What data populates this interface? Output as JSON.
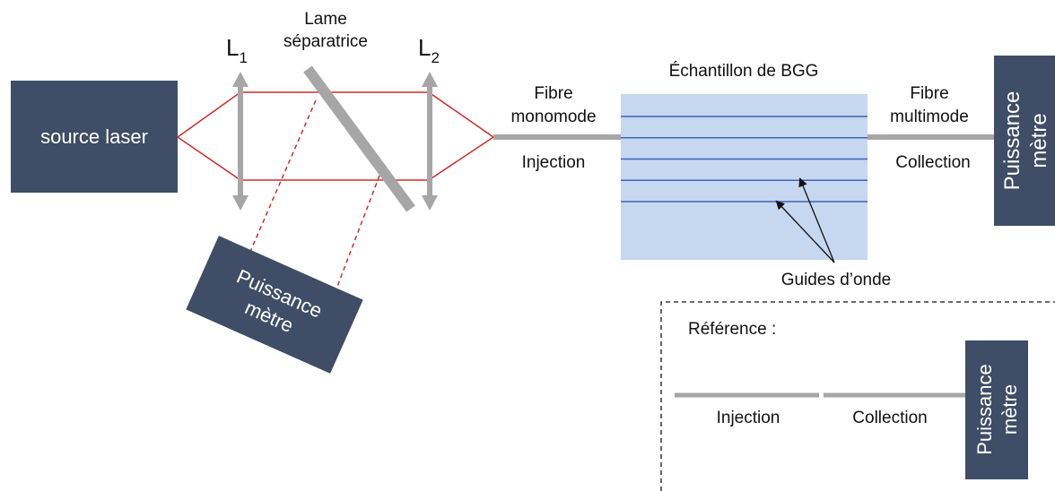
{
  "colors": {
    "box": "#3f4d66",
    "beam": "#d32a2a",
    "lens": "#a6a6a6",
    "fiber": "#a6a6a6",
    "sample_fill": "#c6d7f0",
    "waveguide": "#3e64b8"
  },
  "source": {
    "label": "source laser"
  },
  "lens1": {
    "letter": "L",
    "index": "1"
  },
  "lens2": {
    "letter": "L",
    "index": "2"
  },
  "splitter": {
    "line1": "Lame",
    "line2": "séparatrice"
  },
  "meter_split": {
    "line1": "Puissance",
    "line2": "mètre"
  },
  "fiber_in": {
    "line1": "Fibre",
    "line2": "monomode",
    "caption": "Injection"
  },
  "sample": {
    "title": "Échantillon de BGG",
    "waveguide_count": 5
  },
  "fiber_out": {
    "line1": "Fibre",
    "line2": "multimode",
    "caption": "Collection"
  },
  "meter_main": {
    "line1": "Puissance",
    "line2": "mètre"
  },
  "waveguides_label": "Guides d’onde",
  "reference": {
    "title": "Référence :",
    "injection": "Injection",
    "collection": "Collection",
    "meter_line1": "Puissance",
    "meter_line2": "mètre"
  }
}
